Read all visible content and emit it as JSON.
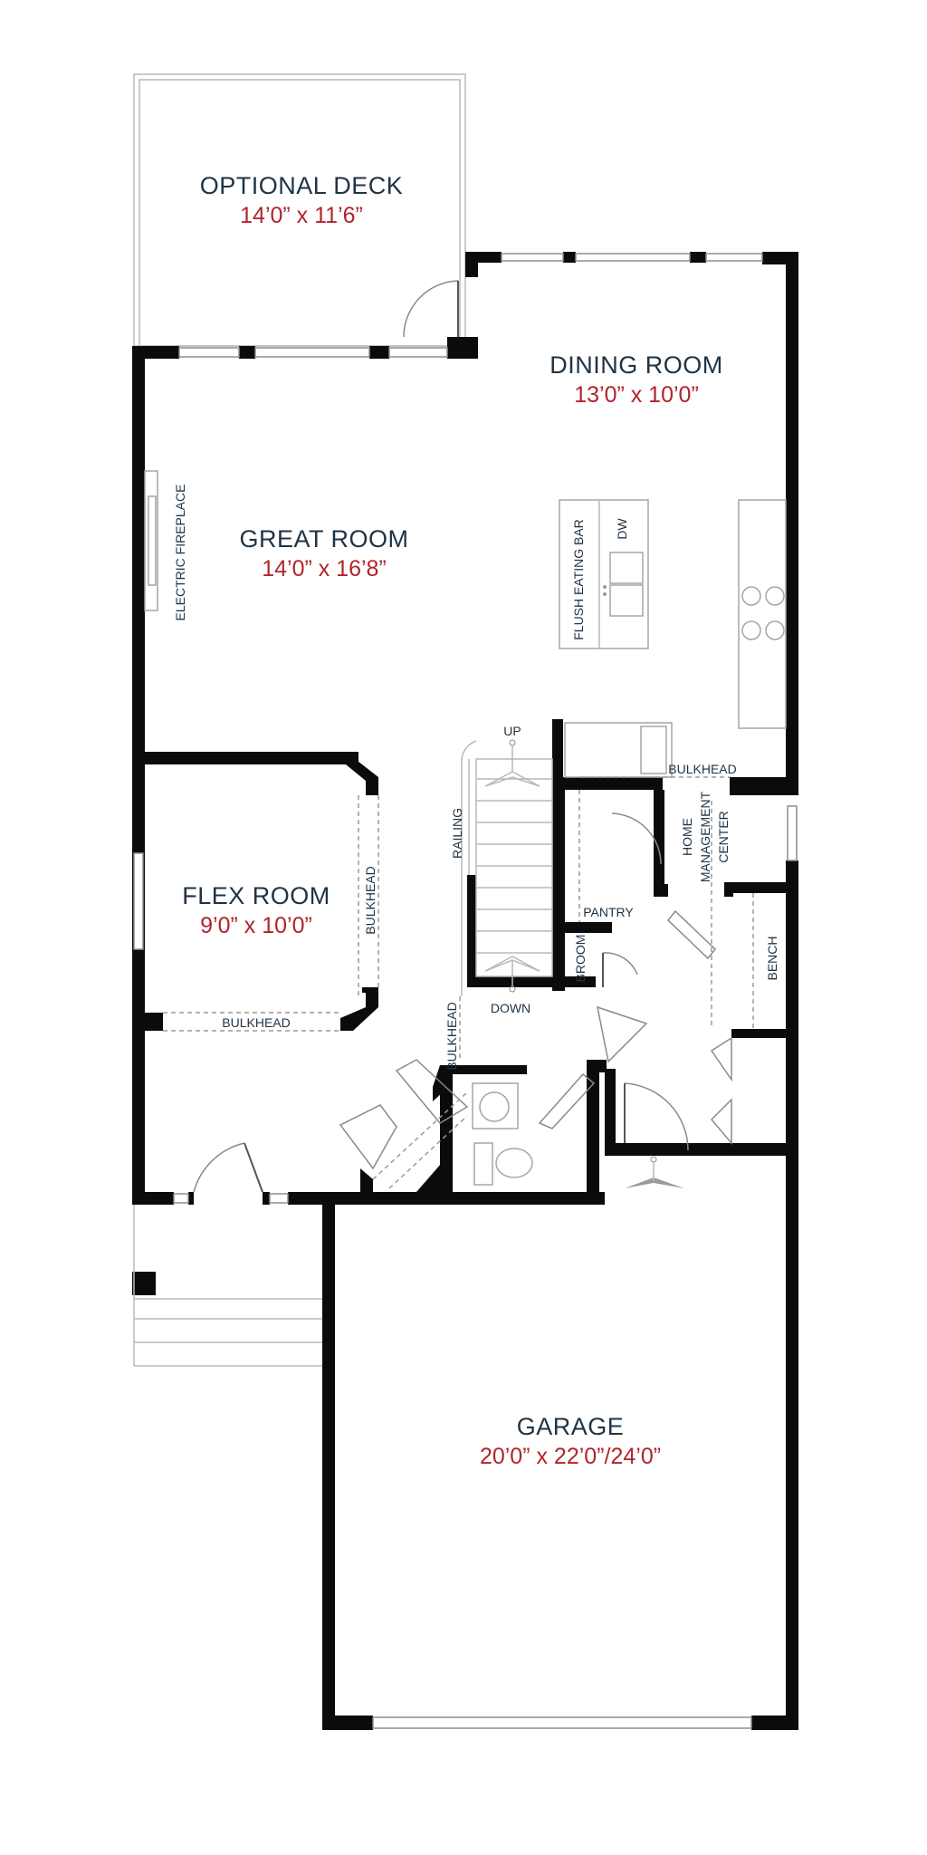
{
  "rooms": {
    "optional_deck": {
      "name": "OPTIONAL DECK",
      "size": "14’0” x 11’6”"
    },
    "dining_room": {
      "name": "DINING ROOM",
      "size": "13’0” x 10’0”"
    },
    "great_room": {
      "name": "GREAT ROOM",
      "size": "14’0” x 16’8”"
    },
    "flex_room": {
      "name": "FLEX ROOM",
      "size": "9’0” x 10’0”"
    },
    "garage": {
      "name": "GARAGE",
      "size": "20’0” x 22’0”/24’0”"
    }
  },
  "labels": {
    "electric_fireplace": "ELECTRIC FIREPLACE",
    "flush_eating_bar": "FLUSH EATING BAR",
    "dw": "DW",
    "up": "UP",
    "down": "DOWN",
    "railing": "RAILING",
    "bulkhead": "BULKHEAD",
    "pantry": "PANTRY",
    "home_management_1": "HOME",
    "home_management_2": "MANAGEMENT",
    "home_management_3": "CENTER",
    "broom": "BROOM",
    "bench": "BENCH"
  }
}
